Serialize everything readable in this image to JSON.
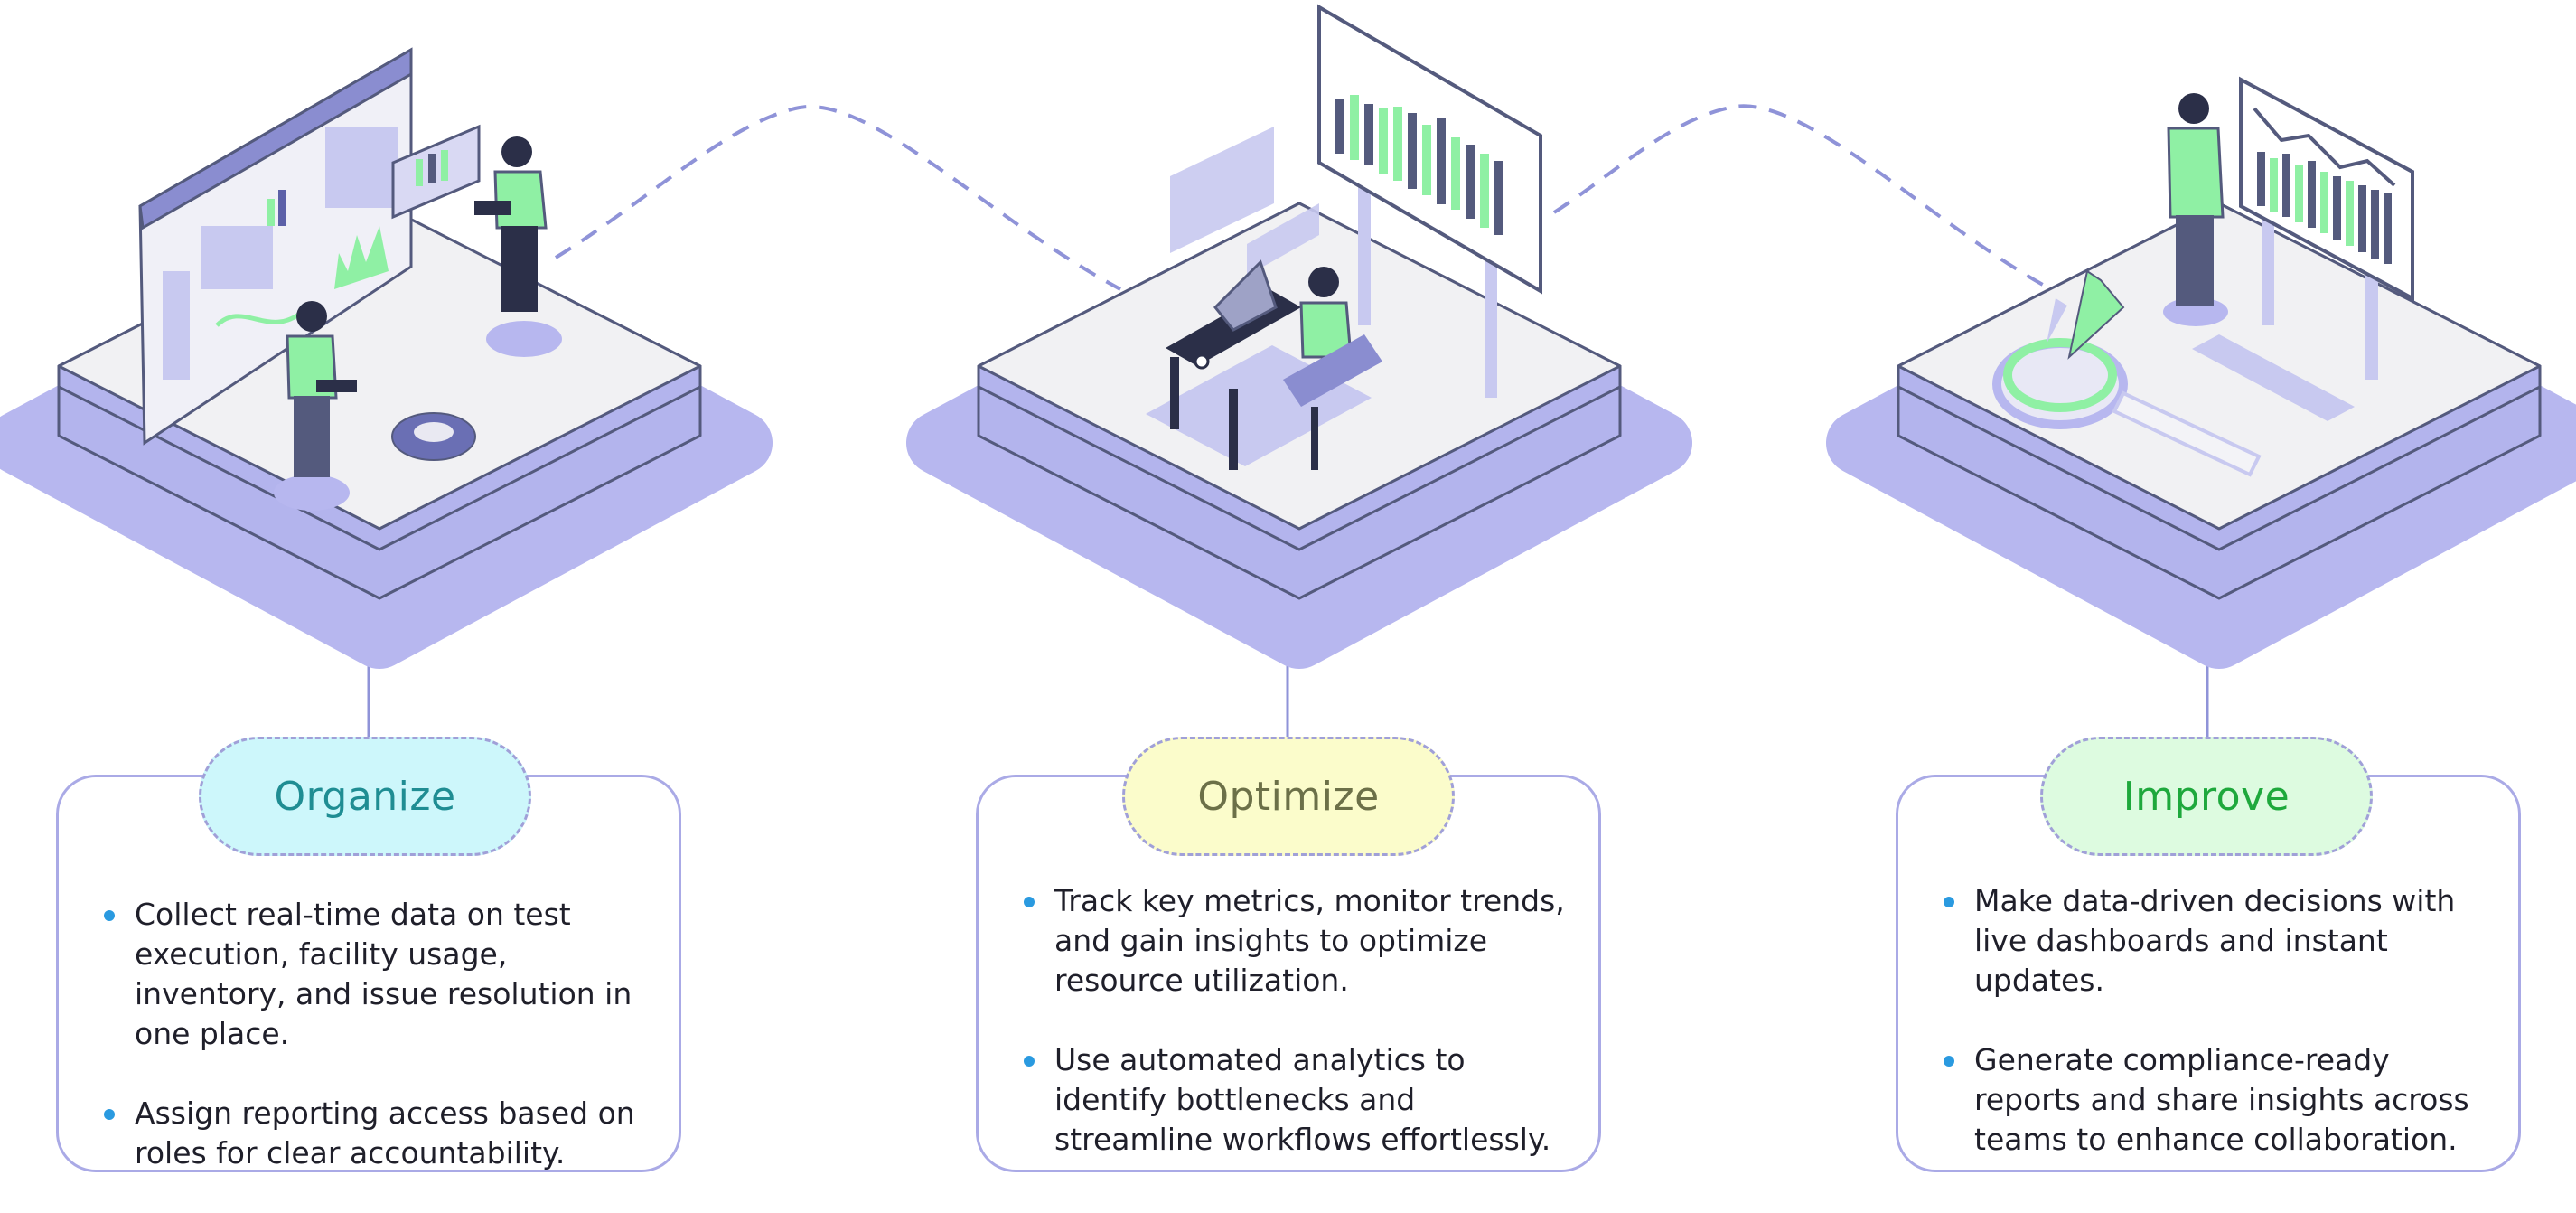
{
  "stages": [
    {
      "title": "Organize",
      "title_color": "#1f8d93",
      "pill_color": "#cdf7fb",
      "bullets": [
        "Collect real-time data on test execution, facility usage, inventory, and issue resolution in one place.",
        "Assign reporting access based on roles for clear accountability."
      ]
    },
    {
      "title": "Optimize",
      "title_color": "#6c7048",
      "pill_color": "#fbfccb",
      "bullets": [
        "Track key metrics, monitor trends, and gain insights to optimize resource utilization.",
        "Use automated analytics to identify bottlenecks and streamline workflows effortlessly."
      ]
    },
    {
      "title": "Improve",
      "title_color": "#1ea83c",
      "pill_color": "#ddfbe0",
      "bullets": [
        "Make data-driven decisions with live dashboards and instant updates.",
        "Generate compliance-ready reports and share insights across teams to enhance collaboration."
      ]
    }
  ],
  "colors": {
    "platform_top": "#f1f1f3",
    "platform_side": "#b7b7ef",
    "outline": "#545a7d",
    "accent_green": "#8ff0a4",
    "board_purple": "#c8c9f0",
    "connector_dash": "#8f93d8"
  }
}
